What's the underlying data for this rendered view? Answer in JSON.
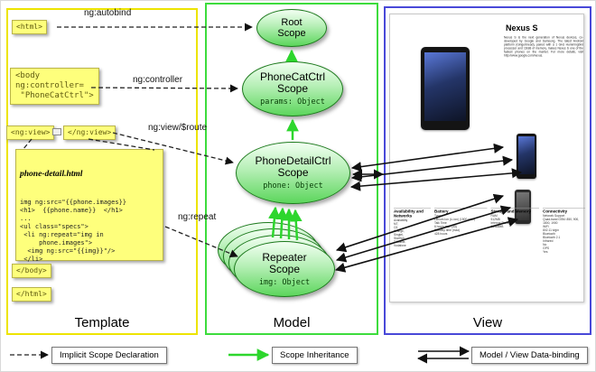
{
  "columns": {
    "template": {
      "label": "Template"
    },
    "model": {
      "label": "Model"
    },
    "view": {
      "label": "View"
    }
  },
  "template": {
    "html_open": "<html>",
    "body_open": "<body\nng:controller=\n \"PhoneCatCtrl\">",
    "ngview_open": "<ng:view>",
    "ngview_close": "</ng:view>",
    "code": {
      "title": "phone-detail.html",
      "lines": [
        "img ng:src=\"{{phone.images}}",
        "<h1>  {{phone.name}}  </h1>",
        "...",
        "<ul class=\"specs\">",
        " <li ng:repeat=\"img in",
        "     phone.images\">",
        "  <img ng:src=\"{{img}}\"/>",
        " </li>",
        "</ul>",
        "..."
      ]
    },
    "body_close": "</body>",
    "html_close": "</html>"
  },
  "arrow_labels": {
    "autobind": "ng:autobind",
    "controller": "ng:controller",
    "view_route": "ng:view/$route",
    "repeat": "ng:repeat"
  },
  "scopes": {
    "root": {
      "line1": "Root",
      "line2": "Scope"
    },
    "phonecat": {
      "line1": "PhoneCatCtrl",
      "line2": "Scope",
      "detail": "params: Object"
    },
    "phonedetail": {
      "line1": "PhoneDetailCtrl",
      "line2": "Scope",
      "detail": "phone: Object"
    },
    "repeater": {
      "line1": "Repeater",
      "line2": "Scope",
      "detail": "img: Object"
    }
  },
  "view": {
    "product_title": "Nexus S",
    "description": "Nexus S is the next generation of Nexus devices, co-developed by Google and Samsung. The latest Android platform (Gingerbread), paired with a 1 GHz Hummingbird processor and 16GB of memory, makes Nexus S one of the fastest phones on the market. For more details, visit http://www.google.com/nexus.",
    "specs": [
      {
        "heading": "Availability and Networks",
        "items": [
          "Availability",
          "M7,",
          "O2,",
          "Orange,",
          "Singtel,",
          "StarHub,",
          "T-Mobile,",
          "Vodafone"
        ]
      },
      {
        "heading": "Battery",
        "items": [
          "Type",
          "Lithium Ion (Li-Ion) (1500 mAh)",
          "Talk Time",
          "6 hours max (3G)",
          "Standby time (max)",
          "428 hours"
        ]
      },
      {
        "heading": "Storage and Memory",
        "items": [
          "RAM",
          "512MB",
          "Internal Storage",
          "16384MB"
        ]
      },
      {
        "heading": "Connectivity",
        "items": [
          "Network Support",
          "Quad-band GSM: 850, 900, 1800, 1900",
          "WiFi",
          "802.11 b/g/n",
          "Bluetooth",
          "Bluetooth 2.1",
          "Infrared",
          "No",
          "GPS",
          "Yes"
        ]
      }
    ]
  },
  "legend": {
    "implicit": "Implicit Scope Declaration",
    "inheritance": "Scope Inheritance",
    "binding": "Model / View Data-binding"
  },
  "colors": {
    "template_border": "#ede400",
    "model_border": "#3ddc3d",
    "view_border": "#4848d8",
    "scope_green": "#5cd65c",
    "note_yellow": "#feff7c",
    "arrow_green": "#2dd62d",
    "arrow_black": "#111111"
  }
}
